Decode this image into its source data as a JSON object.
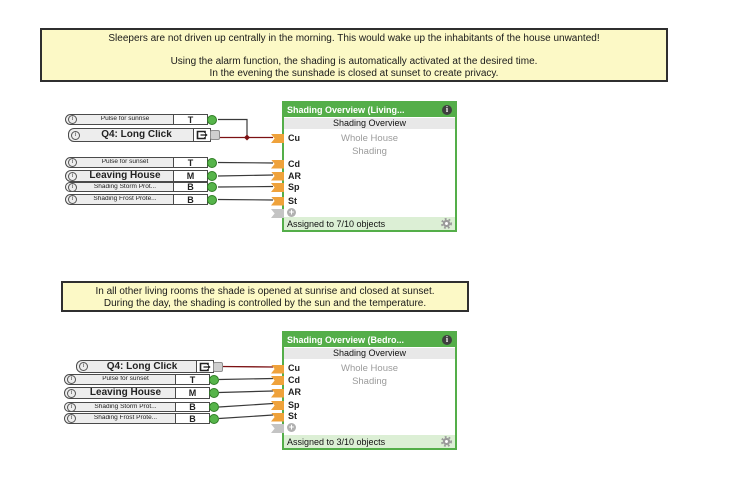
{
  "icons": {
    "info": "i",
    "plus": "+"
  },
  "colors": {
    "accent_green": "#54ae49",
    "footer_green": "#dcefd5",
    "connector_orange": "#efa23b",
    "connector_green": "#56b44a",
    "wire_dark": "#3a3a3a",
    "wire_red": "#7c1113",
    "note_yellow": "#fcf9c6"
  },
  "notes": [
    {
      "lines": [
        "Sleepers are not driven up centrally in the morning. This would wake up the inhabitants of the house unwanted!",
        "",
        "Using the alarm function, the shading is automatically activated at the desired time.",
        "In the evening the sunshade is closed at sunset to create privacy."
      ]
    },
    {
      "lines": [
        "In all other living rooms the shade is opened at sunrise and closed at sunset.",
        "During the day, the shading is controlled by the sun and the temperature."
      ]
    }
  ],
  "groups": [
    {
      "sources": [
        {
          "label": "Pulse for sunrise",
          "type": "T"
        },
        {
          "label": "Q4: Long Click",
          "connector": "output-ref"
        },
        {
          "label": "Pulse for sunset",
          "type": "T"
        },
        {
          "label": "Leaving House",
          "type": "M"
        },
        {
          "label": "Shading Storm Prot...",
          "type": "B"
        },
        {
          "label": "Shading Frost Prote...",
          "type": "B"
        }
      ],
      "block": {
        "title": "Shading Overview (Living...",
        "subtitle": "Shading Overview",
        "inputs": [
          "Cu",
          "Cd",
          "AR",
          "Sp",
          "St"
        ],
        "center_lines": [
          "Whole House",
          "Shading"
        ],
        "footer": "Assigned to 7/10 objects"
      }
    },
    {
      "sources": [
        {
          "label": "Q4: Long Click",
          "connector": "output-ref"
        },
        {
          "label": "Pulse for sunset",
          "type": "T"
        },
        {
          "label": "Leaving House",
          "type": "M"
        },
        {
          "label": "Shading Storm Prot...",
          "type": "B"
        },
        {
          "label": "Shading Frost Prote...",
          "type": "B"
        }
      ],
      "block": {
        "title": "Shading Overview (Bedro...",
        "subtitle": "Shading Overview",
        "inputs": [
          "Cu",
          "Cd",
          "AR",
          "Sp",
          "St"
        ],
        "center_lines": [
          "Whole House",
          "Shading"
        ],
        "footer": "Assigned to 3/10 objects"
      }
    }
  ]
}
